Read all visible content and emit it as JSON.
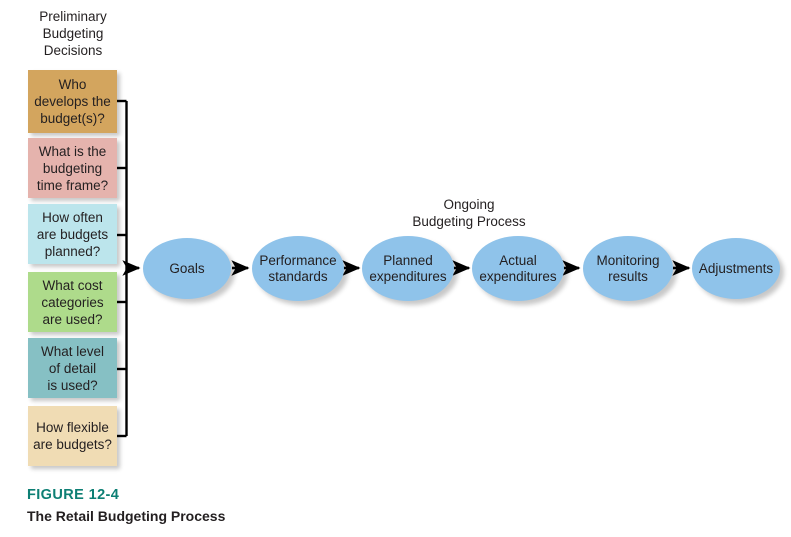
{
  "figure": {
    "number_label": "FIGURE 12-4",
    "title": "The Retail Budgeting Process",
    "number_color": "#0d7f74"
  },
  "headings": {
    "preliminary": "Preliminary\nBudgeting\nDecisions",
    "preliminary_lines": [
      "Preliminary",
      "Budgeting",
      "Decisions"
    ],
    "ongoing": "Ongoing\nBudgeting Process",
    "ongoing_lines": [
      "Ongoing",
      "Budgeting Process"
    ]
  },
  "decisions": [
    {
      "label": "Who\ndevelops the\nbudget(s)?",
      "line1": "Who",
      "line2": "developsthe",
      "color": "#d3a55e"
    },
    {
      "label": "What is the\nbudgeting\ntime frame?",
      "color": "#e5b3ad"
    },
    {
      "label": "How often\nare budgets\nplanned?",
      "color": "#bce5ec"
    },
    {
      "label": "What cost\ncategories\nare used?",
      "color": "#aedb8b"
    },
    {
      "label": "What level\nof detail\nis used?",
      "color": "#86c0c4"
    },
    {
      "label": "How flexible\nare budgets?",
      "color": "#f0dcb4"
    }
  ],
  "process_nodes": [
    {
      "label": "Goals"
    },
    {
      "label": "Performance\nstandards"
    },
    {
      "label": "Planned\nexpenditures"
    },
    {
      "label": "Actual\nexpenditures"
    },
    {
      "label": "Monitoring\nresults"
    },
    {
      "label": "Adjustments"
    }
  ],
  "style": {
    "node_fill": "#8fc3ea",
    "connector_color": "#000000",
    "text_color": "#231f20"
  }
}
